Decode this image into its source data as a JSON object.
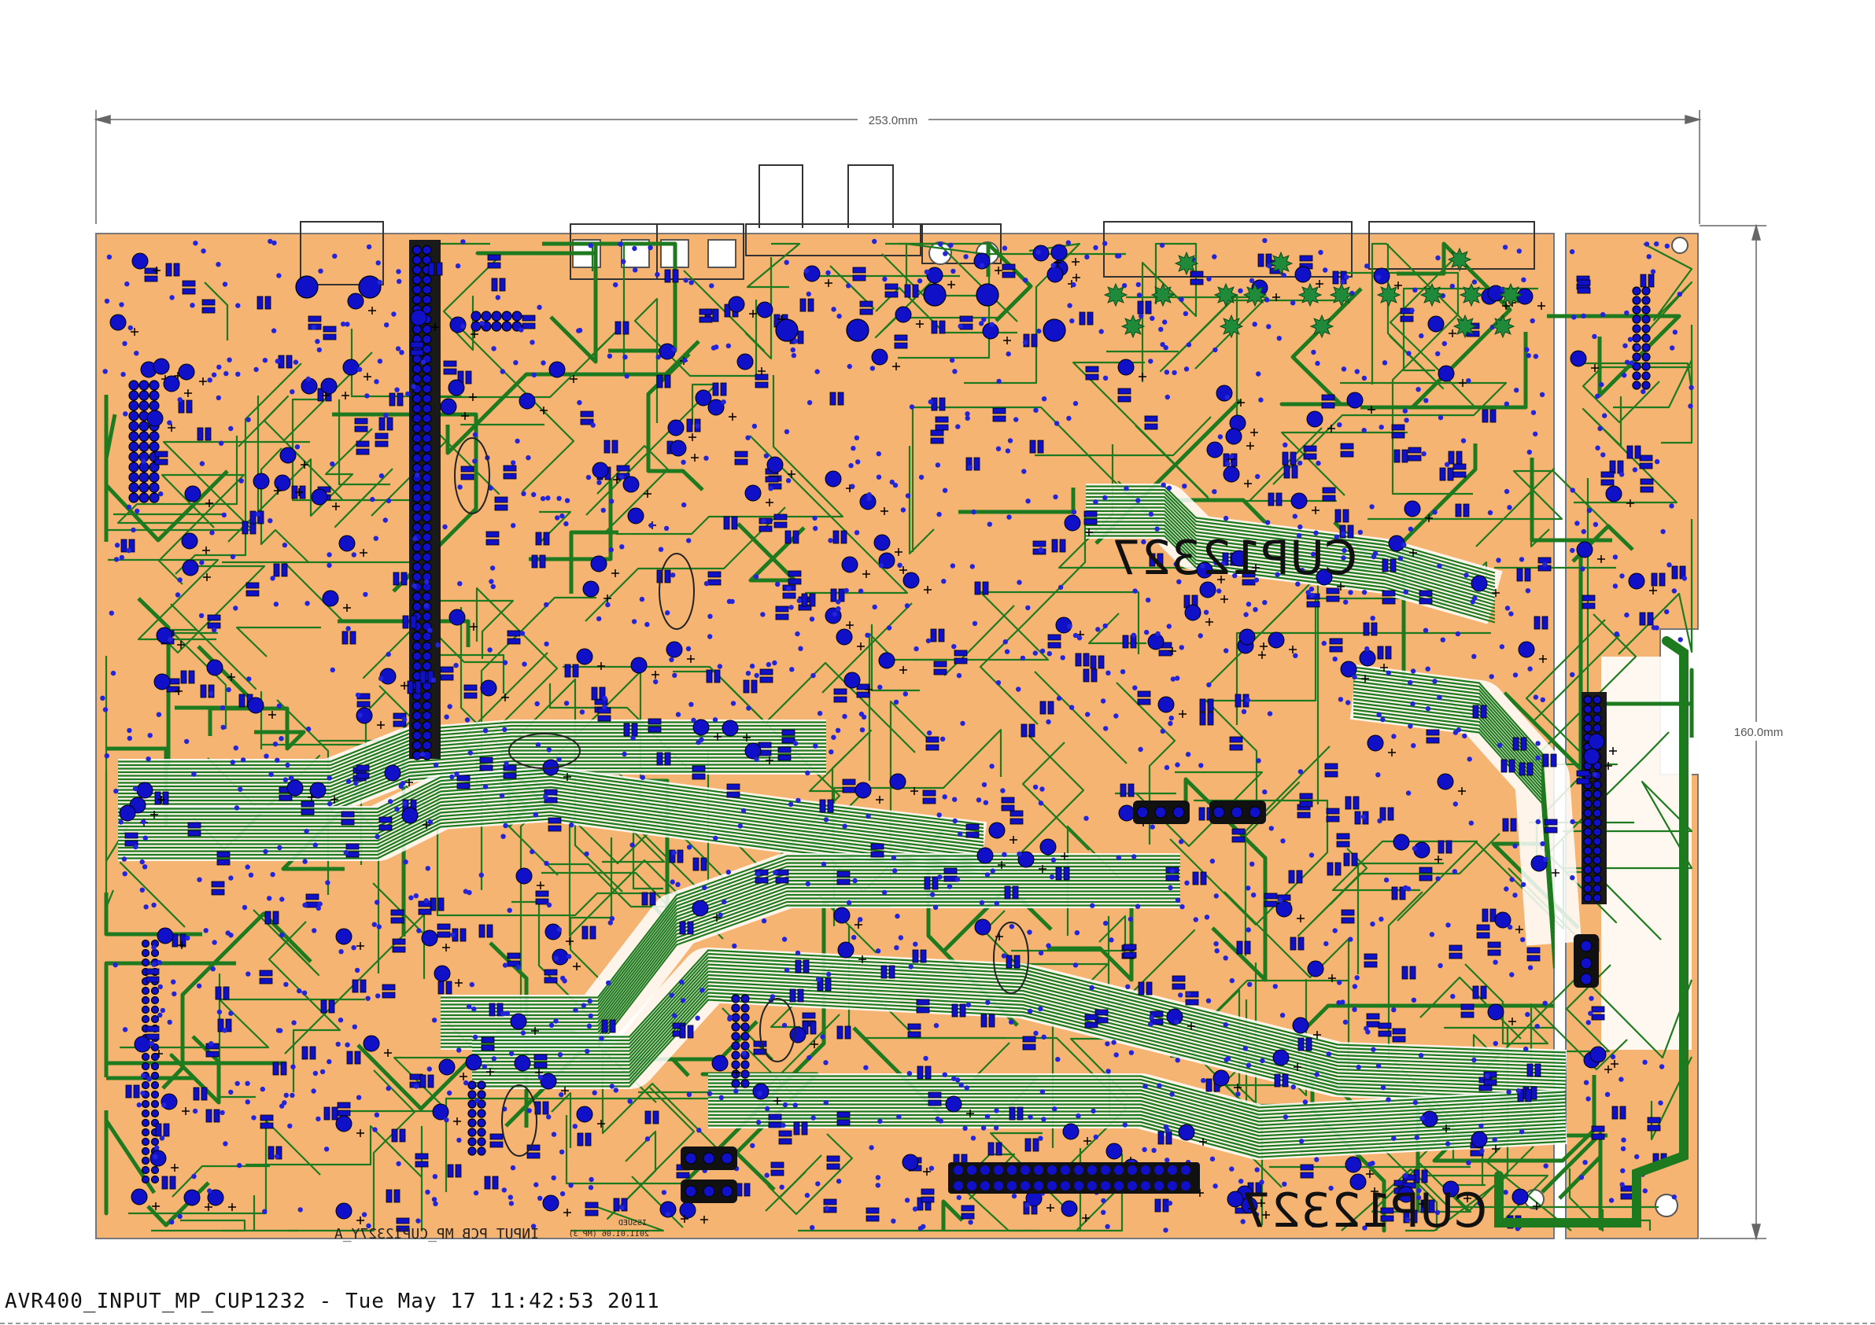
{
  "board": {
    "width_dimension": "253.0mm",
    "height_dimension": "160.0mm",
    "marking_top": "CUP12327",
    "marking_bottom": "CUP12327",
    "silk_label": "INPUT PCB MP_CUP12327Y_A",
    "issued_stamp": {
      "line1": "ISSUED",
      "line2": "2011.01.06 (MP_3)"
    },
    "colors": {
      "copper": "#f6b473",
      "trace": "#1e7a1e",
      "pad": "#1010c8",
      "via": "#2424d8",
      "outline": "#555555"
    }
  },
  "footer": {
    "title": "AVR400_INPUT_MP_CUP1232 - Tue May 17 11:42:53 2011"
  }
}
